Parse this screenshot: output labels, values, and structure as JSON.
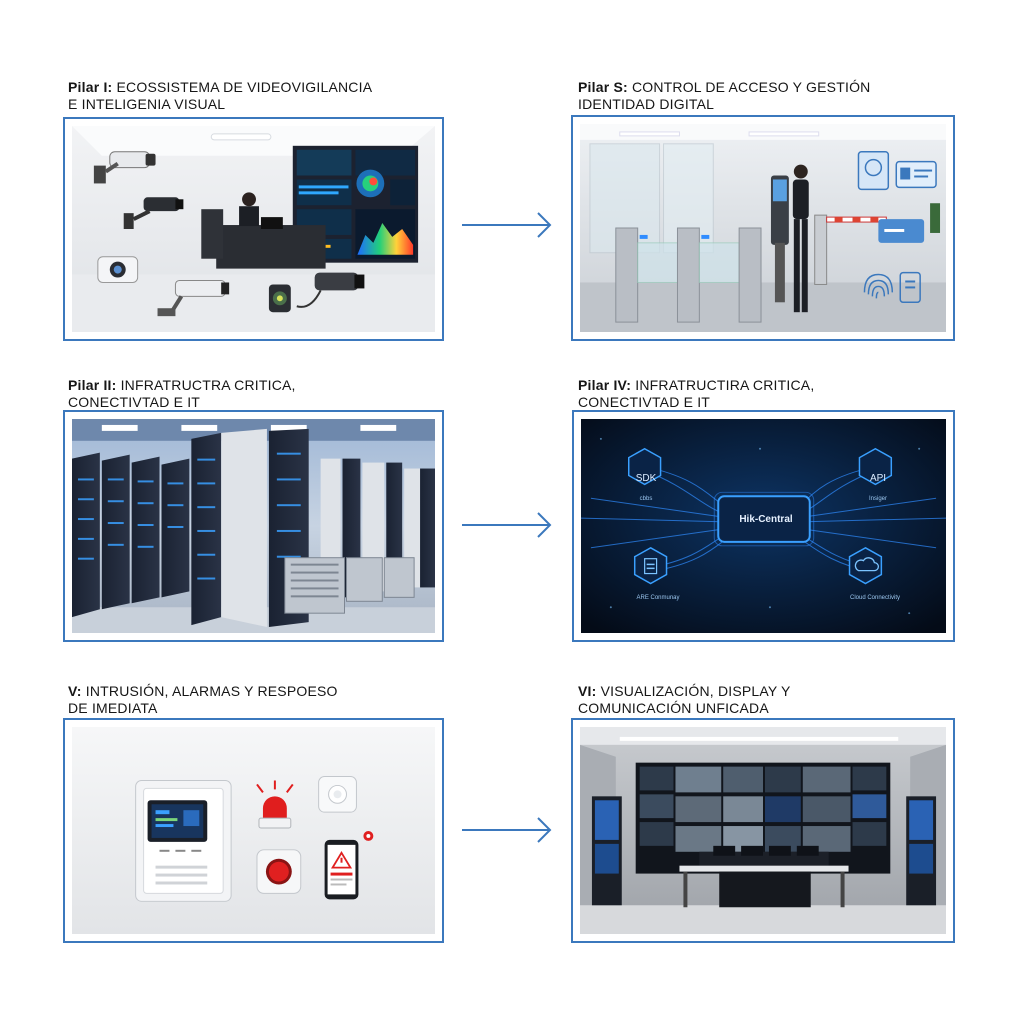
{
  "pillars": [
    {
      "lead": "Pilar I:",
      "rest": "ECOSSISTEMA DE VIDEOVIGILANCIA",
      "line2": "E INTELIGENIA VISUAL"
    },
    {
      "lead": "Pilar S:",
      "rest": "CONTROL DE ACCESO Y GESTIÓN",
      "line2": "IDENTIDAD DIGITAL"
    },
    {
      "lead": "Pilar II:",
      "rest": "INFRATRUCTRA CRITICA,",
      "line2": "CONECTIVTAD E IT"
    },
    {
      "lead": "Pilar IV:",
      "rest": "INFRATRUCTIRA CRITICA,",
      "line2": "CONECTIVTAD E IT"
    },
    {
      "lead": "V:",
      "rest": "INTRUSIÓN, ALARMAS Y RESPOESO",
      "line2": "DE IMEDIATA"
    },
    {
      "lead": "VI:",
      "rest": "VISUALIZACIÓN, DISPLAY Y",
      "line2": "COMUNICACIÓN UNFICADA"
    }
  ],
  "integration": {
    "center": "Hik-Central",
    "nodes": [
      {
        "label": "SDK",
        "sub": "cbbs"
      },
      {
        "label": "API",
        "sub": "Insiger"
      },
      {
        "label": "",
        "sub": "ARE Conmunay"
      },
      {
        "label": "",
        "sub": "Cloud Connectivity"
      }
    ]
  },
  "colors": {
    "frame": "#3b78bd",
    "arrow": "#3b78bd",
    "glow": "#2f8cff"
  },
  "icons": [
    "arrow-right-icon",
    "cctv-camera-icon",
    "fingerprint-icon",
    "id-card-icon",
    "cloud-icon",
    "alarm-siren-icon",
    "warning-icon"
  ]
}
